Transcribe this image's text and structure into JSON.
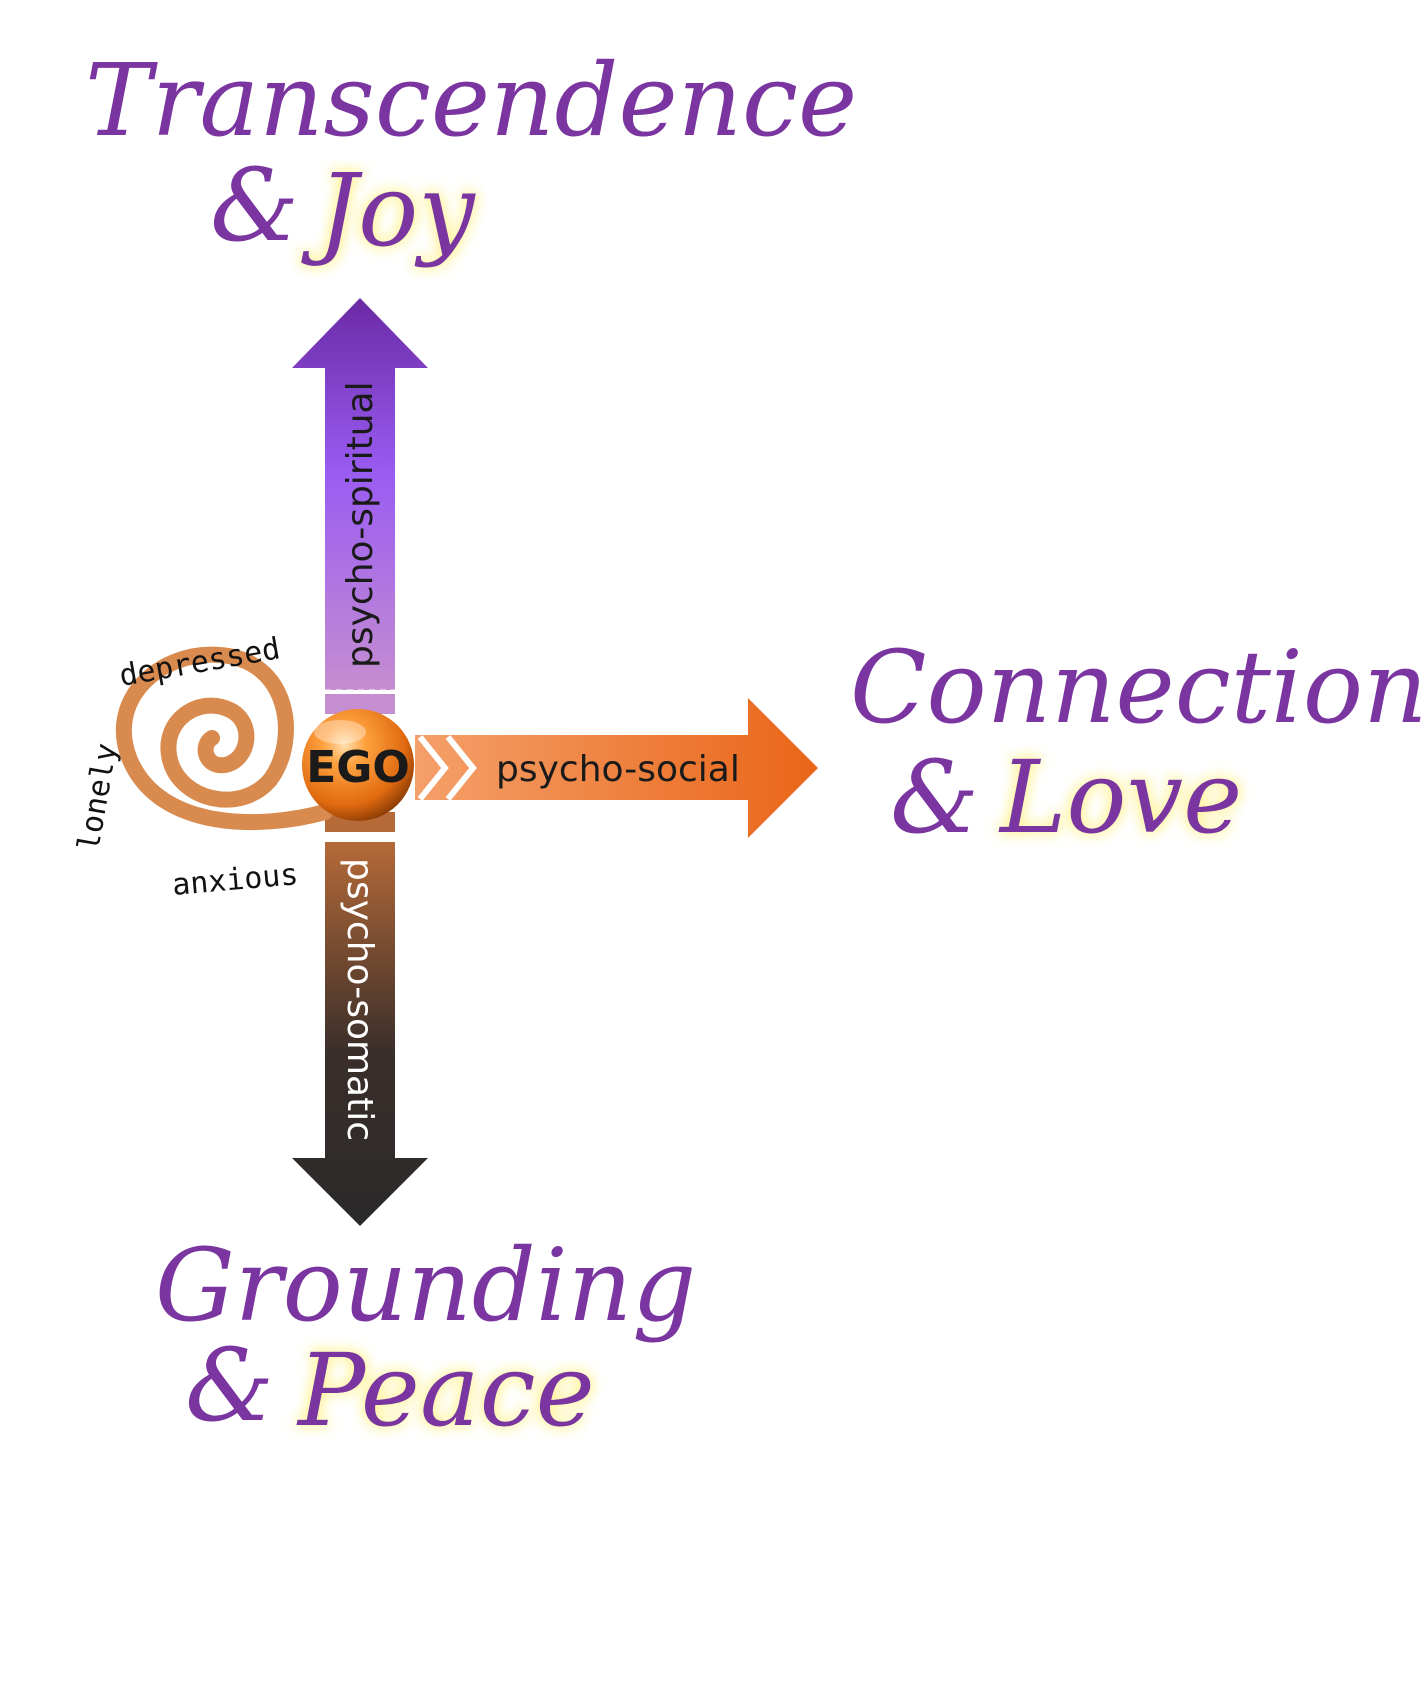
{
  "top_heading": {
    "line1": "Transcendence",
    "amp": "&",
    "highlight": "Joy"
  },
  "right_heading": {
    "line1": "Connection",
    "amp": "&",
    "highlight": "Love"
  },
  "bottom_heading": {
    "line1": "Grounding",
    "amp": "&",
    "highlight": "Peace"
  },
  "axes": {
    "up": "psycho-spiritual",
    "right": "psycho-social",
    "down": "psycho-somatic"
  },
  "center": {
    "label": "EGO"
  },
  "spiral_moods": {
    "top": "depressed",
    "left": "lonely",
    "bottom": "anxious"
  },
  "colors": {
    "heading_purple": "#7a35a0",
    "glow_yellow": "#fff7a8",
    "spiritual_top": "#6f2da8",
    "spiritual_mid": "#9b5cf0",
    "spiritual_low": "#c08ad8",
    "social_orange": "#ec6a1c",
    "social_light": "#f5a66a",
    "somatic_brown": "#b0693a",
    "somatic_dark": "#2a2a2a",
    "spiral_orange": "#d98a4e"
  }
}
